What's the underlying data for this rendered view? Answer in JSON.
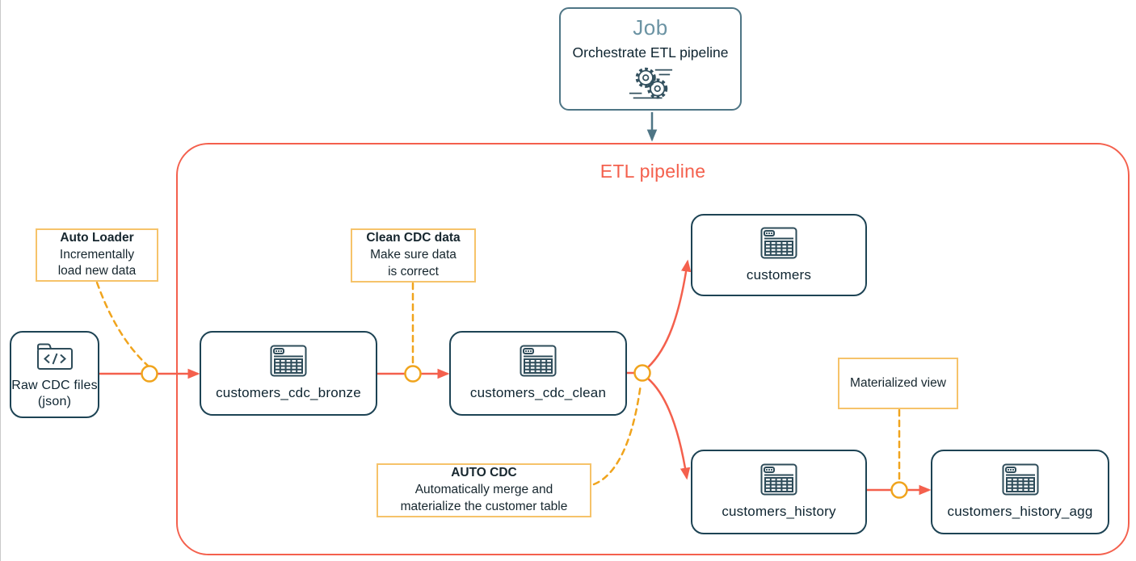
{
  "job": {
    "title": "Job",
    "subtitle": "Orchestrate ETL pipeline",
    "icon": "gears-icon"
  },
  "pipeline": {
    "title": "ETL pipeline"
  },
  "nodes": {
    "raw_cdc": {
      "label": "Raw CDC files (json)",
      "icon": "folder-code-icon"
    },
    "bronze": {
      "label": "customers_cdc_bronze",
      "icon": "table-icon"
    },
    "clean": {
      "label": "customers_cdc_clean",
      "icon": "table-icon"
    },
    "customers": {
      "label": "customers",
      "icon": "table-icon"
    },
    "history": {
      "label": "customers_history",
      "icon": "table-icon"
    },
    "history_agg": {
      "label": "customers_history_agg",
      "icon": "table-icon"
    }
  },
  "annotations": {
    "auto_loader": {
      "title": "Auto Loader",
      "body": "Incrementally\nload new data"
    },
    "clean_cdc": {
      "title": "Clean CDC data",
      "body": "Make sure data\nis correct"
    },
    "auto_cdc": {
      "title": "AUTO CDC",
      "body": "Automatically merge and\nmaterialize the customer table"
    },
    "materialized_view": {
      "title": "Materialized view"
    }
  },
  "colors": {
    "accent_red": "#f4604d",
    "node_border": "#1d4354",
    "accent_gold": "#f0a41d",
    "annotation_border": "#f6c36a",
    "job_border": "#4e7585",
    "job_title": "#6b93a3",
    "text": "#12262e"
  }
}
